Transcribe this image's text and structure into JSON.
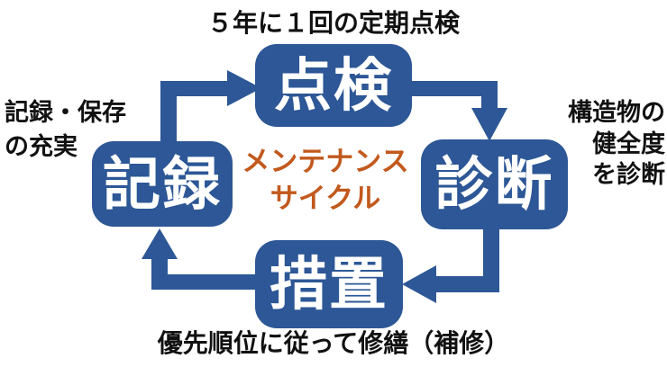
{
  "colors": {
    "node-blue": "#2d5796",
    "accent-orange": "#c2591d",
    "text-black": "#111111"
  },
  "diagram": {
    "center_label": {
      "line1": "メンテナンス",
      "line2": "サイクル"
    },
    "nodes": {
      "inspection": "点検",
      "diagnosis": "診断",
      "action": "措置",
      "record": "記録"
    },
    "annotations": {
      "top": "５年に１回の定期点検",
      "right": {
        "line1": "構造物の",
        "line2": "健全度",
        "line3": "を診断"
      },
      "bottom": "優先順位に従って修繕（補修）",
      "left": {
        "line1": "記録・保存",
        "line2": "の充実"
      }
    }
  }
}
